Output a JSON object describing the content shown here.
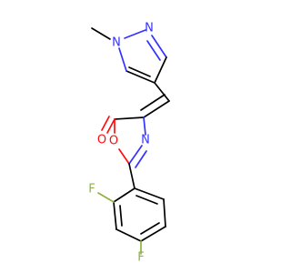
{
  "molecule": {
    "atoms": {
      "methyl_label": "methyl",
      "n_methyl": "N",
      "n_pyrazole": "N",
      "o_carbonyl": "O",
      "o_ring": "O",
      "n_oxazole": "N",
      "f_ortho": "F",
      "f_para": "F"
    }
  },
  "colors": {
    "carbon_bond": "#000000",
    "nitrogen": "#3333ff",
    "oxygen": "#ff0d0d",
    "fluorine": "#8fb23f"
  }
}
